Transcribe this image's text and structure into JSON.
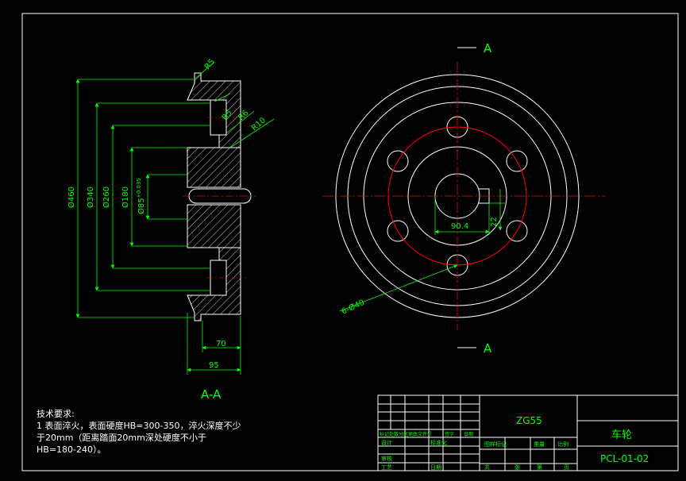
{
  "section_view": {
    "label": "A-A",
    "dims": {
      "d460": "Ø460",
      "d340": "Ø340",
      "d260": "Ø260",
      "d180": "Ø180",
      "d85": "Ø85",
      "d85_tol": "+0.035",
      "w70": "70",
      "w95": "95",
      "r5_top": "R5",
      "r5_mid": "R5",
      "r6": "R6",
      "r10": "R10"
    }
  },
  "front_view": {
    "cut_label_top": "A",
    "cut_label_bottom": "A",
    "dims": {
      "keyway_width": "90.4",
      "keyway_depth": "22",
      "holes": "6-Ø40"
    }
  },
  "tech_requirements": {
    "title": "技术要求:",
    "lines": [
      "1 表面淬火，表面硬度HB=300-350，淬火深度不少",
      "于20mm（距离踏面20mm深处硬度不小于",
      "HB=180-240）。"
    ]
  },
  "title_block": {
    "material": "ZG55",
    "part_name": "车轮",
    "drawing_number": "PCL-01-02",
    "row_labels": {
      "design": "设计",
      "standardize": "标准化",
      "review": "审核",
      "process": "工艺",
      "approve": "日期"
    },
    "revision_header": "标记处数分区更改文件号",
    "signature": "签字",
    "date": "日期",
    "stage_header": "图样标记",
    "weight": "重量",
    "scale": "比例",
    "sheets_total": "共",
    "sheet": "张",
    "page_of": "第",
    "page": "页"
  },
  "colors": {
    "frame": "#ffffff",
    "dimension": "#00ff00",
    "centerline": "#ff0000",
    "geometry": "#ffffff",
    "hatch": "#ffffff"
  }
}
